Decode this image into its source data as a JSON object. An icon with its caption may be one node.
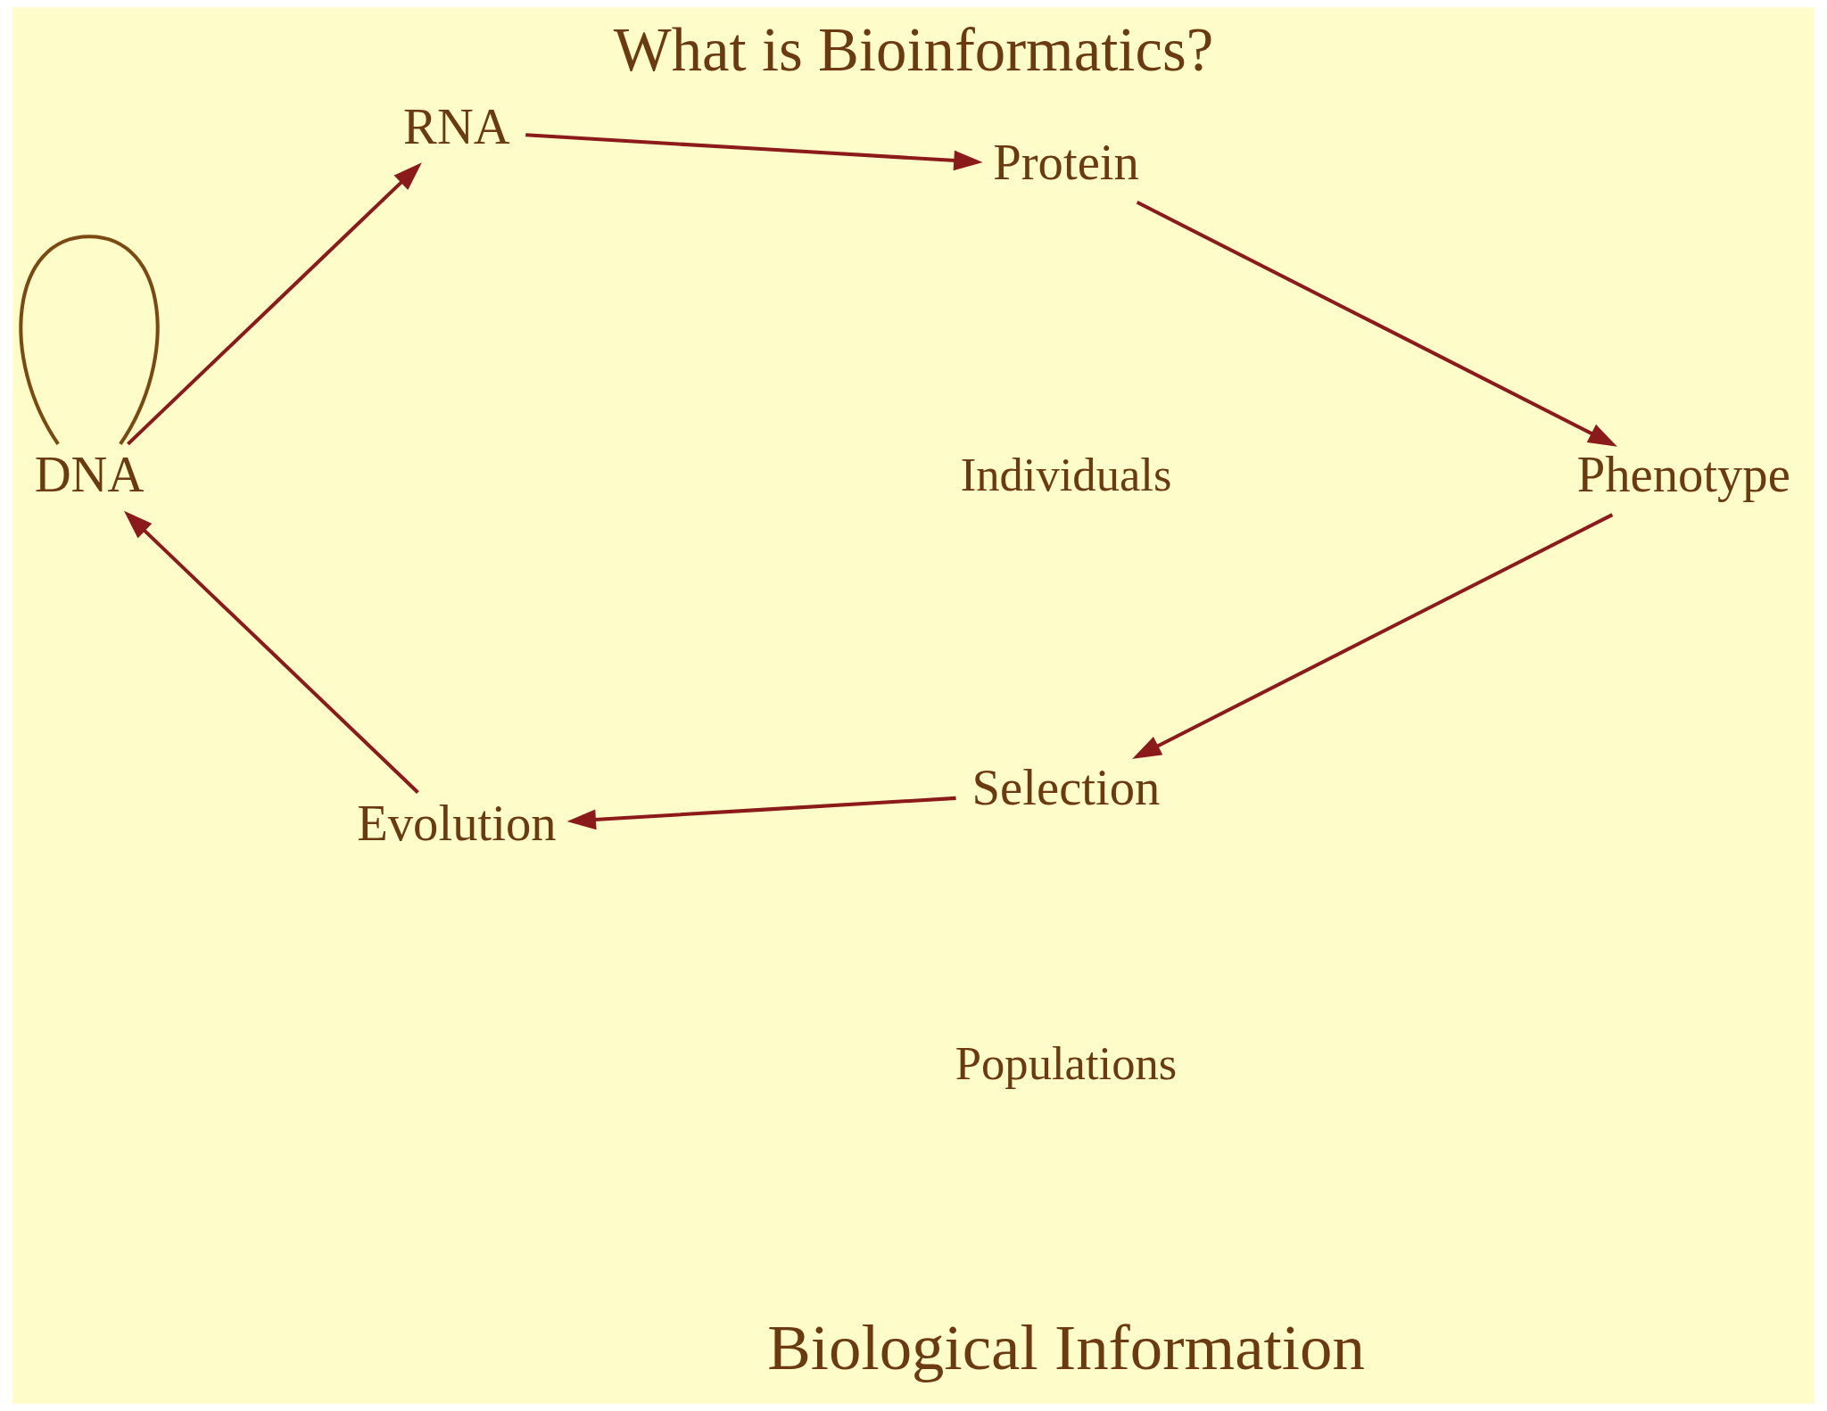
{
  "diagram": {
    "title": "What is Bioinformatics?",
    "caption": "Biological Information",
    "nodes": [
      {
        "text": [
          "DNA"
        ]
      },
      {
        "text": [
          "RNA"
        ]
      },
      {
        "text": [
          "Protein"
        ]
      },
      {
        "text": [
          "Phenotype"
        ]
      },
      {
        "text": [
          "Selection"
        ]
      },
      {
        "text": [
          "Evolution"
        ]
      }
    ],
    "edges": [
      {
        "from": 0,
        "to": 0,
        "arrow": "none",
        "color": "#7a4a12"
      },
      {
        "from": 0,
        "to": 1,
        "arrow": "to"
      },
      {
        "from": 1,
        "to": 2,
        "arrow": "to"
      },
      {
        "from": 2,
        "to": 3,
        "arrow": "to"
      },
      {
        "from": 3,
        "to": 4,
        "arrow": "to"
      },
      {
        "from": 4,
        "to": 5,
        "arrow": "to"
      },
      {
        "from": 5,
        "to": 0,
        "arrow": "to"
      }
    ],
    "labels": [
      "Individuals",
      "Populations"
    ]
  }
}
